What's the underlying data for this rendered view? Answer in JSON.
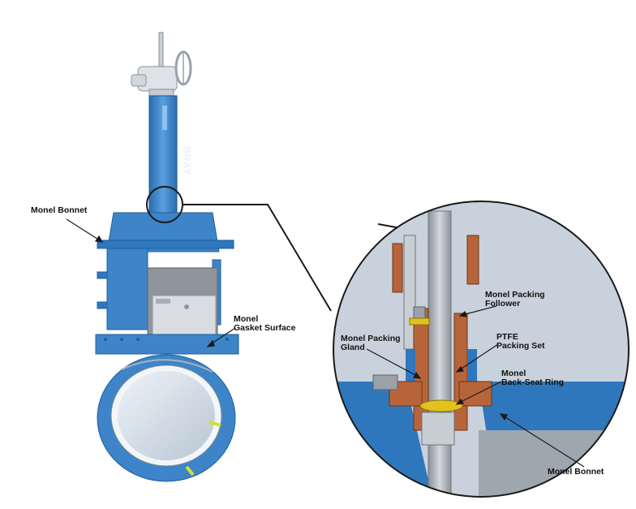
{
  "labels": {
    "monel_bonnet_left": "Monel Bonnet",
    "gasket_line1": "Monel",
    "gasket_line2": "Gasket Surface",
    "packing_gland_line1": "Monel Packing",
    "packing_gland_line2": "Gland",
    "packing_follower_line1": "Monel Packing",
    "packing_follower_line2": "Follower",
    "ptfe_line1": "PTFE",
    "ptfe_line2": "Packing Set",
    "backseat_line1": "Monel",
    "backseat_line2": "Back-Seat Ring",
    "monel_bonnet_right": "Monel Bonnet"
  },
  "stem_brand": "BRAY",
  "colors": {
    "valve_blue": "#3d84c8",
    "valve_dark_blue": "#1f5f9c",
    "copper": "#b8643a",
    "steel": "#a9aeb4",
    "ring_yellow": "#e2c21c",
    "detail_bg": "#c9d2dc"
  }
}
